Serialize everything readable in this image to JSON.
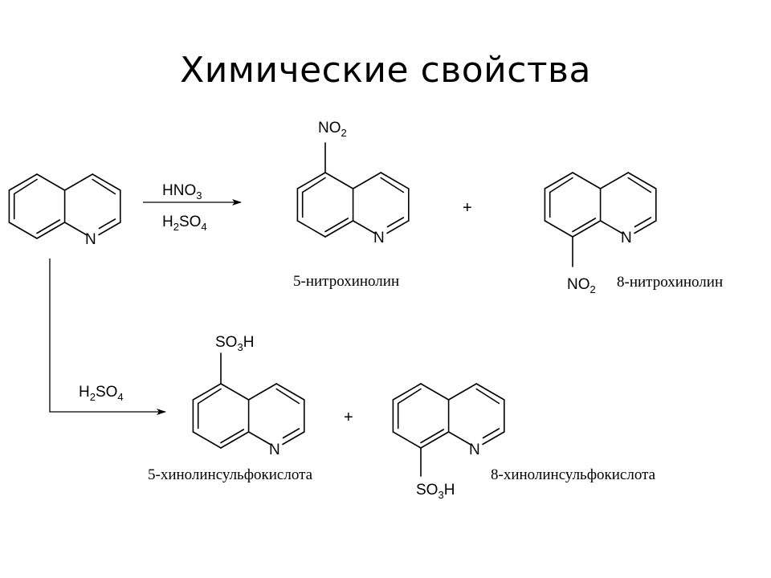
{
  "slide": {
    "title": "Химические свойства"
  },
  "atoms": {
    "N": "N",
    "NO": "NO",
    "SO": "SO",
    "H": "H",
    "HNO": "HNO",
    "two": "2",
    "three": "3",
    "four": "4"
  },
  "captions": {
    "nitro5": "5-нитрохинолин",
    "nitro8": "8-нитрохинолин",
    "sulfo5": "5-хинолинсульфокислота",
    "sulfo8": "8-хинолинсульфокислота"
  },
  "plus": "+"
}
